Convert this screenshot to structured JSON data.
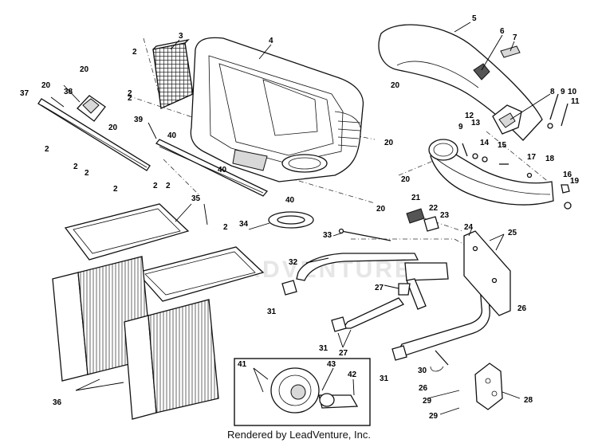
{
  "footer": {
    "text": "Rendered by LeadVenture, Inc."
  },
  "watermark": {
    "text": "LEADVENTURE"
  },
  "callouts": [
    {
      "id": "c3",
      "text": "3"
    },
    {
      "id": "c4",
      "text": "4"
    },
    {
      "id": "c5",
      "text": "5"
    },
    {
      "id": "c6",
      "text": "6"
    },
    {
      "id": "c7",
      "text": "7"
    },
    {
      "id": "c8",
      "text": "8"
    },
    {
      "id": "c9a",
      "text": "9"
    },
    {
      "id": "c9b",
      "text": "9"
    },
    {
      "id": "c10",
      "text": "10"
    },
    {
      "id": "c11",
      "text": "11"
    },
    {
      "id": "c12",
      "text": "12"
    },
    {
      "id": "c13",
      "text": "13"
    },
    {
      "id": "c14",
      "text": "14"
    },
    {
      "id": "c15",
      "text": "15"
    },
    {
      "id": "c16",
      "text": "16"
    },
    {
      "id": "c17",
      "text": "17"
    },
    {
      "id": "c18",
      "text": "18"
    },
    {
      "id": "c19",
      "text": "19"
    },
    {
      "id": "c20a",
      "text": "20"
    },
    {
      "id": "c20b",
      "text": "20"
    },
    {
      "id": "c20c",
      "text": "20"
    },
    {
      "id": "c20d",
      "text": "20"
    },
    {
      "id": "c20e",
      "text": "20"
    },
    {
      "id": "c20f",
      "text": "20"
    },
    {
      "id": "c20g",
      "text": "20"
    },
    {
      "id": "c21",
      "text": "21"
    },
    {
      "id": "c22",
      "text": "22"
    },
    {
      "id": "c23",
      "text": "23"
    },
    {
      "id": "c24",
      "text": "24"
    },
    {
      "id": "c25",
      "text": "25"
    },
    {
      "id": "c26a",
      "text": "26"
    },
    {
      "id": "c26b",
      "text": "26"
    },
    {
      "id": "c27a",
      "text": "27"
    },
    {
      "id": "c27b",
      "text": "27"
    },
    {
      "id": "c28",
      "text": "28"
    },
    {
      "id": "c29a",
      "text": "29"
    },
    {
      "id": "c29b",
      "text": "29"
    },
    {
      "id": "c30",
      "text": "30"
    },
    {
      "id": "c31a",
      "text": "31"
    },
    {
      "id": "c31b",
      "text": "31"
    },
    {
      "id": "c31c",
      "text": "31"
    },
    {
      "id": "c32",
      "text": "32"
    },
    {
      "id": "c33",
      "text": "33"
    },
    {
      "id": "c34",
      "text": "34"
    },
    {
      "id": "c35",
      "text": "35"
    },
    {
      "id": "c36",
      "text": "36"
    },
    {
      "id": "c37",
      "text": "37"
    },
    {
      "id": "c38",
      "text": "38"
    },
    {
      "id": "c39",
      "text": "39"
    },
    {
      "id": "c40a",
      "text": "40"
    },
    {
      "id": "c40b",
      "text": "40"
    },
    {
      "id": "c40c",
      "text": "40"
    },
    {
      "id": "c41",
      "text": "41"
    },
    {
      "id": "c42",
      "text": "42"
    },
    {
      "id": "c43",
      "text": "43"
    },
    {
      "id": "c2a",
      "text": "2"
    },
    {
      "id": "c2b",
      "text": "2"
    },
    {
      "id": "c2c",
      "text": "2"
    },
    {
      "id": "c2d",
      "text": "2"
    },
    {
      "id": "c2e",
      "text": "2"
    },
    {
      "id": "c2f",
      "text": "2"
    },
    {
      "id": "c2g",
      "text": "2"
    },
    {
      "id": "c2h",
      "text": "2"
    },
    {
      "id": "c2i",
      "text": "2"
    },
    {
      "id": "c2j",
      "text": "2"
    }
  ]
}
